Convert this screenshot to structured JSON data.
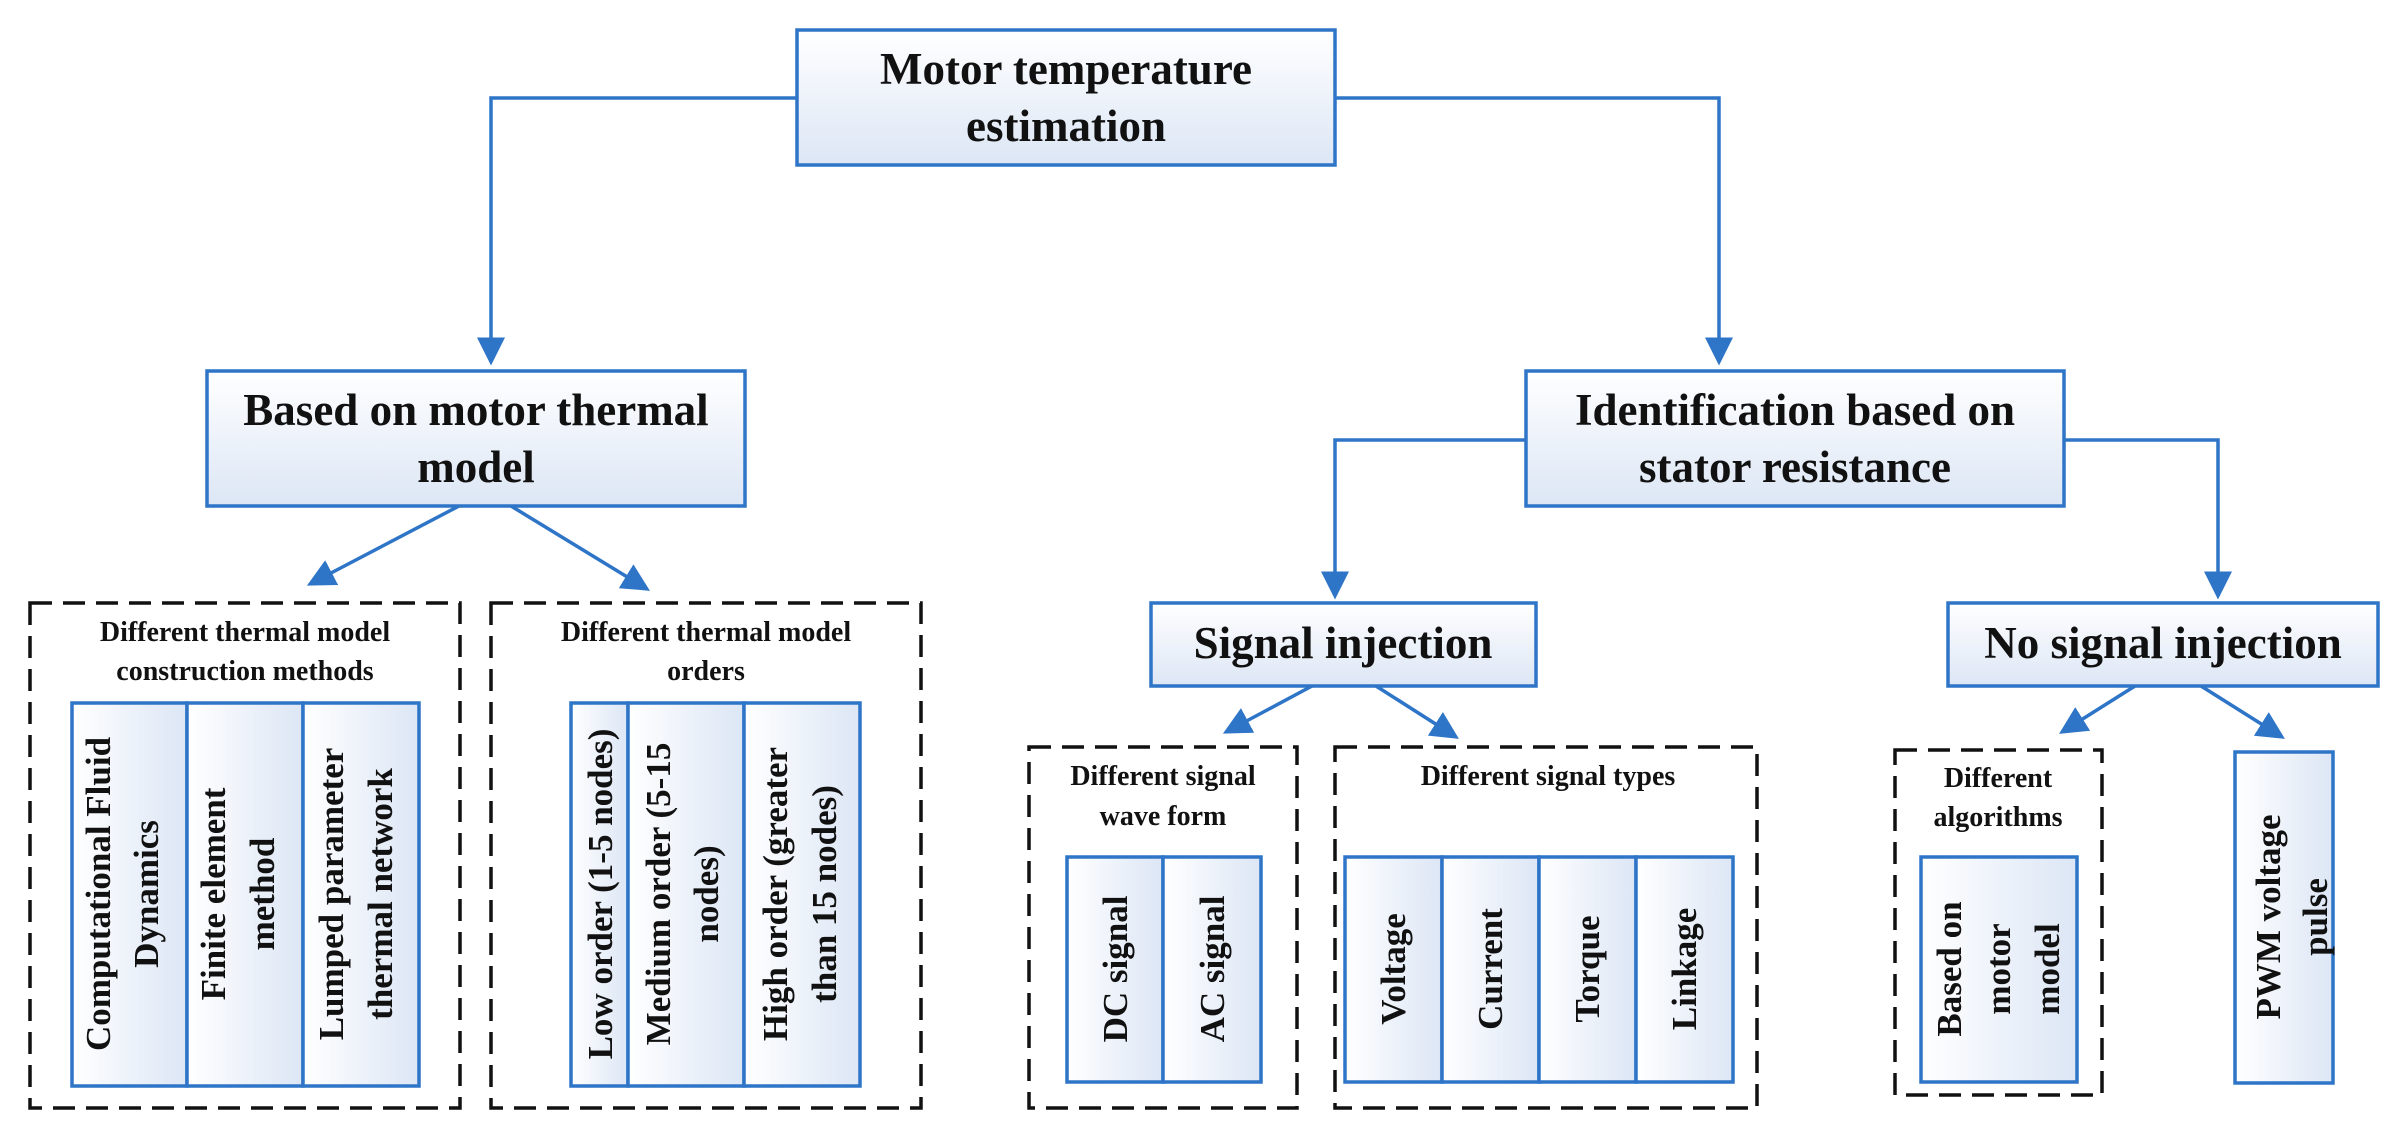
{
  "root": {
    "lines": [
      "Motor temperature",
      "estimation"
    ]
  },
  "thermal_model": {
    "title_lines": [
      "Based on motor thermal",
      "model"
    ],
    "construction": {
      "label_lines": [
        "Different thermal model",
        "construction methods"
      ],
      "items": [
        [
          "Computational Fluid",
          "Dynamics"
        ],
        [
          "Finite element",
          "method"
        ],
        [
          "Lumped parameter",
          "thermal network"
        ]
      ]
    },
    "orders": {
      "label_lines": [
        "Different thermal model",
        "orders"
      ],
      "items": [
        [
          "Low order (1-5 nodes)"
        ],
        [
          "Medium order (5-15",
          "nodes)"
        ],
        [
          "High order (greater",
          "than 15 nodes)"
        ]
      ]
    }
  },
  "stator": {
    "title_lines": [
      "Identification based on",
      "stator resistance"
    ],
    "signal_injection": {
      "title": "Signal injection",
      "waveform": {
        "label_lines": [
          "Different signal",
          "wave form"
        ],
        "items": [
          [
            "DC signal"
          ],
          [
            "AC signal"
          ]
        ]
      },
      "types": {
        "label": "Different signal types",
        "items": [
          [
            "Voltage"
          ],
          [
            "Current"
          ],
          [
            "Torque"
          ],
          [
            "Linkage"
          ]
        ]
      }
    },
    "no_signal_injection": {
      "title": "No signal injection",
      "algorithms": {
        "label_lines": [
          "Different",
          "algorithms"
        ],
        "items": [
          [
            "Based on",
            "motor",
            "model"
          ]
        ]
      },
      "pwm": {
        "lines": [
          "PWM voltage",
          "pulse"
        ]
      }
    }
  },
  "colors": {
    "line": "#2E75C8",
    "box_top": "#FFFFFF",
    "box_bottom": "#DCE6F5",
    "dash": "#111111"
  }
}
